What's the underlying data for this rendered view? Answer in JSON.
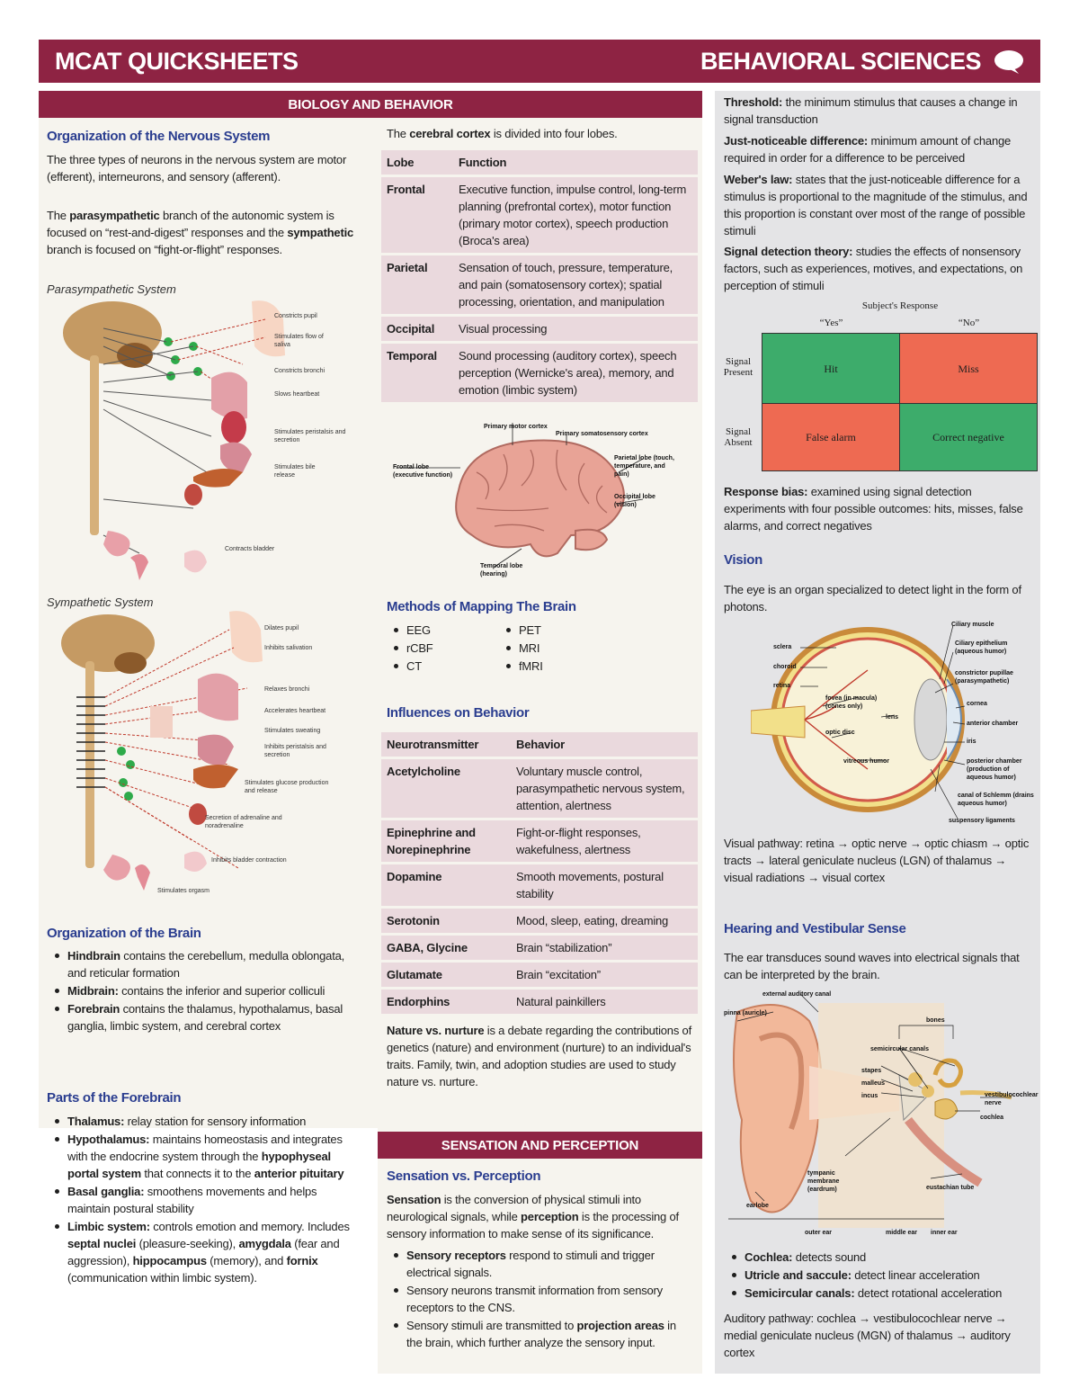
{
  "header": {
    "left": "MCAT QUICKSHEETS",
    "right": "BEHAVIORAL SCIENCES"
  },
  "sections": {
    "bio": "BIOLOGY AND BEHAVIOR",
    "sens": "SENSATION AND PERCEPTION"
  },
  "org_ns": {
    "title": "Organization of the Nervous System",
    "p1": "The three types of neurons in the nervous system are motor (efferent), interneurons, and sensory (afferent).",
    "p2a": "The ",
    "p2b": "parasympathetic",
    "p2c": " branch of the autonomic system is focused on “rest-and-digest” responses and the ",
    "p2d": "sympathetic",
    "p2e": " branch is focused on “fight-or-flight” responses.",
    "cap_para": "Parasympathetic System",
    "cap_symp": "Sympathetic System"
  },
  "para_labels": [
    "Constricts pupil",
    "Stimulates flow of saliva",
    "Constricts bronchi",
    "Slows heartbeat",
    "Stimulates peristalsis and secretion",
    "Stimulates bile release",
    "Contracts bladder"
  ],
  "symp_labels": [
    "Dilates pupil",
    "Inhibits salivation",
    "Relaxes bronchi",
    "Accelerates heartbeat",
    "Stimulates sweating",
    "Inhibits peristalsis and secretion",
    "Stimulates glucose production and release",
    "Secretion of adrenaline and noradrenaline",
    "Inhibits bladder contraction",
    "Stimulates orgasm"
  ],
  "org_brain": {
    "title": "Organization of the Brain",
    "items": [
      {
        "b": "Hindbrain",
        "t": " contains the cerebellum, medulla oblongata, and reticular formation"
      },
      {
        "b": "Midbrain:",
        "t": " contains the inferior and superior colliculi"
      },
      {
        "b": "Forebrain",
        "t": " contains the thalamus, hypothalamus, basal ganglia, limbic system, and cerebral cortex"
      }
    ]
  },
  "forebrain": {
    "title": "Parts of the Forebrain",
    "thal_b": "Thalamus:",
    "thal_t": " relay station for sensory information",
    "hypo_b": "Hypothalamus:",
    "hypo_t1": " maintains homeostasis and integrates with the endocrine system through the ",
    "hypo_b2": "hypophyseal portal system",
    "hypo_t2": " that connects it to the ",
    "hypo_b3": "anterior pituitary",
    "bg_b": "Basal ganglia:",
    "bg_t": " smoothens movements and helps maintain postural stability",
    "lim_b": "Limbic system:",
    "lim_t1": " controls emotion and memory. Includes ",
    "lim_b2": "septal nuclei",
    "lim_t2": " (pleasure-seeking), ",
    "lim_b3": "amygdala",
    "lim_t3": " (fear and aggression), ",
    "lim_b4": "hippocampus",
    "lim_t4": " (memory), and ",
    "lim_b5": "fornix",
    "lim_t5": " (communication within limbic system)."
  },
  "cortex": {
    "intro_a": "The ",
    "intro_b": "cerebral cortex",
    "intro_c": " is divided into four lobes.",
    "head": [
      "Lobe",
      "Function"
    ],
    "rows": [
      [
        "Frontal",
        "Executive function, impulse control, long-term planning (prefrontal cortex), motor function (primary motor cortex), speech production (Broca's area)"
      ],
      [
        "Parietal",
        "Sensation of touch, pressure, temperature, and pain (somatosensory cortex); spatial processing, orientation, and manipulation"
      ],
      [
        "Occipital",
        "Visual processing"
      ],
      [
        "Temporal",
        "Sound processing (auditory cortex), speech perception (Wernicke's area), memory, and emotion (limbic system)"
      ]
    ]
  },
  "brain_labels": [
    "Primary motor cortex",
    "Primary somatosensory cortex",
    "Frontal lobe (executive function)",
    "Parietal lobe (touch, temperature, and pain)",
    "Occipital lobe (vision)",
    "Temporal lobe (hearing)"
  ],
  "mapping": {
    "title": "Methods of Mapping The Brain",
    "left": [
      "EEG",
      "rCBF",
      "CT"
    ],
    "right": [
      "PET",
      "MRI",
      "fMRI"
    ]
  },
  "influences": {
    "title": "Influences on Behavior",
    "head": [
      "Neurotransmitter",
      "Behavior"
    ],
    "rows": [
      [
        "Acetylcholine",
        "Voluntary muscle control, parasympathetic nervous system, attention, alertness"
      ],
      [
        "Epinephrine and Norepinephrine",
        "Fight-or-flight responses, wakefulness, alertness"
      ],
      [
        "Dopamine",
        "Smooth movements, postural stability"
      ],
      [
        "Serotonin",
        "Mood, sleep, eating, dreaming"
      ],
      [
        "GABA, Glycine",
        "Brain “stabilization”"
      ],
      [
        "Glutamate",
        "Brain “excitation”"
      ],
      [
        "Endorphins",
        "Natural painkillers"
      ]
    ]
  },
  "nature": {
    "b": "Nature vs. nurture",
    "t": " is a debate regarding the contributions of genetics (nature) and environment (nurture) to an individual's traits. Family, twin, and adoption studies are used to study nature vs. nurture."
  },
  "svp": {
    "title": "Sensation vs. Perception",
    "p_b1": "Sensation",
    "p_t1": " is the conversion of physical stimuli into neurological signals, while ",
    "p_b2": "perception",
    "p_t2": " is the processing of sensory information to make sense of its significance.",
    "l1_b": "Sensory receptors",
    "l1_t": " respond to stimuli and trigger electrical signals.",
    "l2": "Sensory neurons transmit information from sensory receptors to the CNS.",
    "l3_t": "Sensory stimuli are transmitted to ",
    "l3_b": "projection areas",
    "l3_t2": " in the brain, which further analyze the sensory input."
  },
  "right": {
    "thr_b": "Threshold:",
    "thr_t": " the minimum stimulus that causes a change in signal transduction",
    "jnd_b": "Just-noticeable difference:",
    "jnd_t": " minimum amount of change required in order for a difference to be perceived",
    "web_b": "Weber's law:",
    "web_t": " states that the just-noticeable difference for a stimulus is proportional to the magnitude of the stimulus, and this proportion is constant over most of the range of possible stimuli",
    "sdt_b": "Signal detection theory:",
    "sdt_t": " studies the effects of nonsensory factors, such as experiences, motives, and expectations, on perception of stimuli",
    "resp_b": "Response bias:",
    "resp_t": " examined using signal detection experiments with four possible outcomes: hits, misses, false alarms, and correct negatives"
  },
  "sdt": {
    "title": "Subject's Response",
    "yes": "“Yes”",
    "no": "“No”",
    "present": "Signal Present",
    "absent": "Signal Absent",
    "hit": "Hit",
    "miss": "Miss",
    "fa": "False alarm",
    "cn": "Correct negative",
    "colors": {
      "green": "#3dac6b",
      "red": "#ee6a52"
    }
  },
  "vision": {
    "title": "Vision",
    "p": "The eye is an organ specialized to detect light in the form of photons.",
    "path": "Visual pathway: retina → optic nerve → optic chiasm → optic tracts → lateral geniculate nucleus (LGN) of thalamus → visual radiations → visual cortex",
    "labels": [
      "Ciliary muscle",
      "Ciliary epithelium (aqueous humor)",
      "sclera",
      "choroid",
      "retina",
      "constrictor pupillae (parasympathetic)",
      "cornea",
      "fovea (in macula) (cones only)",
      "lens",
      "anterior chamber",
      "optic disc",
      "iris",
      "vitreous humor",
      "posterior chamber (production of aqueous humor)",
      "canal of Schlemm (drains aqueous humor)",
      "suspensory ligaments"
    ]
  },
  "hearing": {
    "title": "Hearing and Vestibular Sense",
    "p": "The ear transduces sound waves into electrical signals that can be interpreted by the brain.",
    "labels": [
      "pinna (auricle)",
      "external auditory canal",
      "bones",
      "semicircular canals",
      "cochlea",
      "vestibulocochlear nerve",
      "stapes",
      "malleus",
      "incus",
      "tympanic membrane (eardrum)",
      "earlobe",
      "outer ear",
      "middle ear",
      "inner ear",
      "eustachian tube"
    ],
    "items": [
      {
        "b": "Cochlea:",
        "t": " detects sound"
      },
      {
        "b": "Utricle and saccule:",
        "t": " detect linear acceleration"
      },
      {
        "b": "Semicircular canals:",
        "t": " detect rotational acceleration"
      }
    ],
    "path": "Auditory pathway: cochlea → vestibulocochlear nerve → medial geniculate nucleus (MGN) of thalamus → auditory cortex"
  }
}
